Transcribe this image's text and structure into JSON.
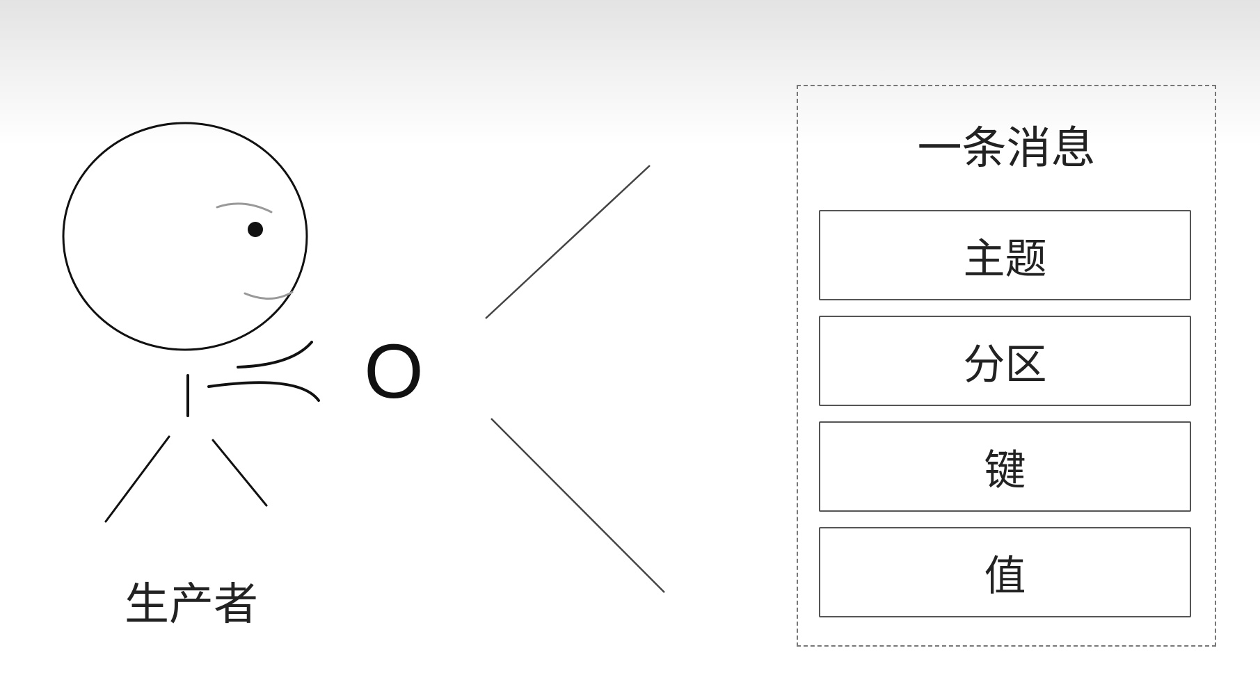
{
  "producer": {
    "label": "生产者",
    "speech_symbol": "O"
  },
  "message": {
    "title": "一条消息",
    "fields": [
      "主题",
      "分区",
      "键",
      "值"
    ]
  }
}
